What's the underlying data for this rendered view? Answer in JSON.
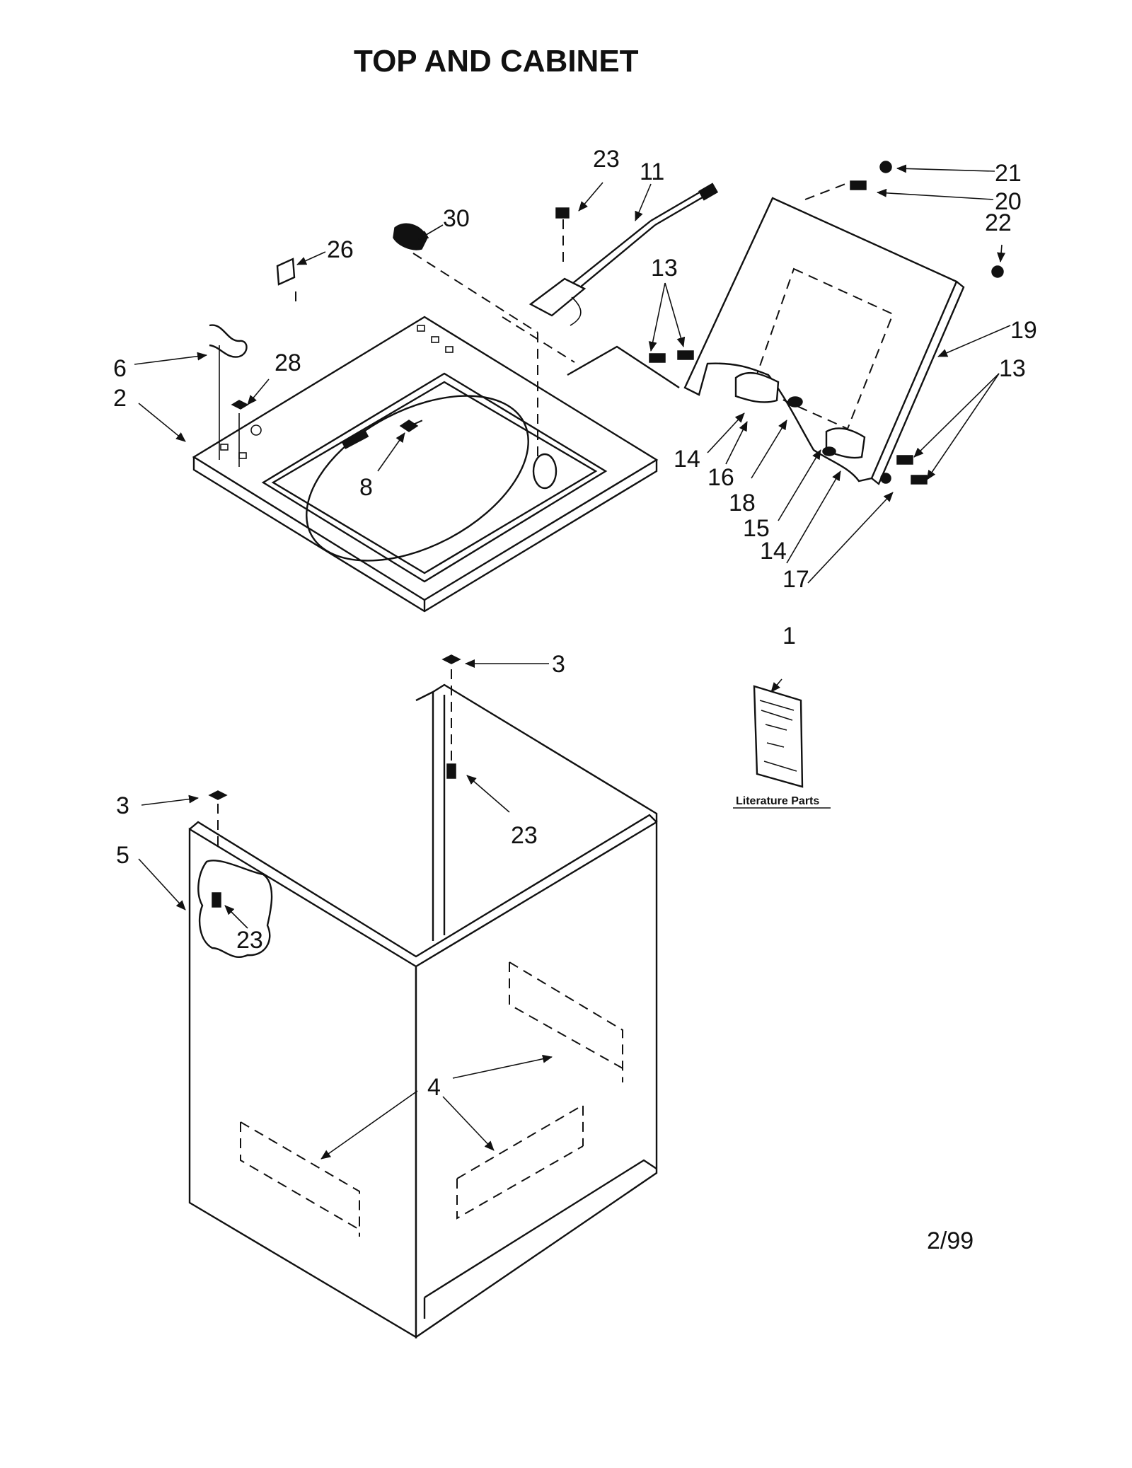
{
  "title": "TOP AND CABINET",
  "date_code": "2/99",
  "literature_label": "Literature Parts",
  "callouts": {
    "c1": "1",
    "c2": "2",
    "c3a": "3",
    "c3b": "3",
    "c4": "4",
    "c5": "5",
    "c6": "6",
    "c8": "8",
    "c11": "11",
    "c13a": "13",
    "c13b": "13",
    "c14a": "14",
    "c14b": "14",
    "c15": "15",
    "c16": "16",
    "c17": "17",
    "c18": "18",
    "c19": "19",
    "c20": "20",
    "c21": "21",
    "c22": "22",
    "c23a": "23",
    "c23b": "23",
    "c23c": "23",
    "c26": "26",
    "c28": "28",
    "c30": "30"
  }
}
